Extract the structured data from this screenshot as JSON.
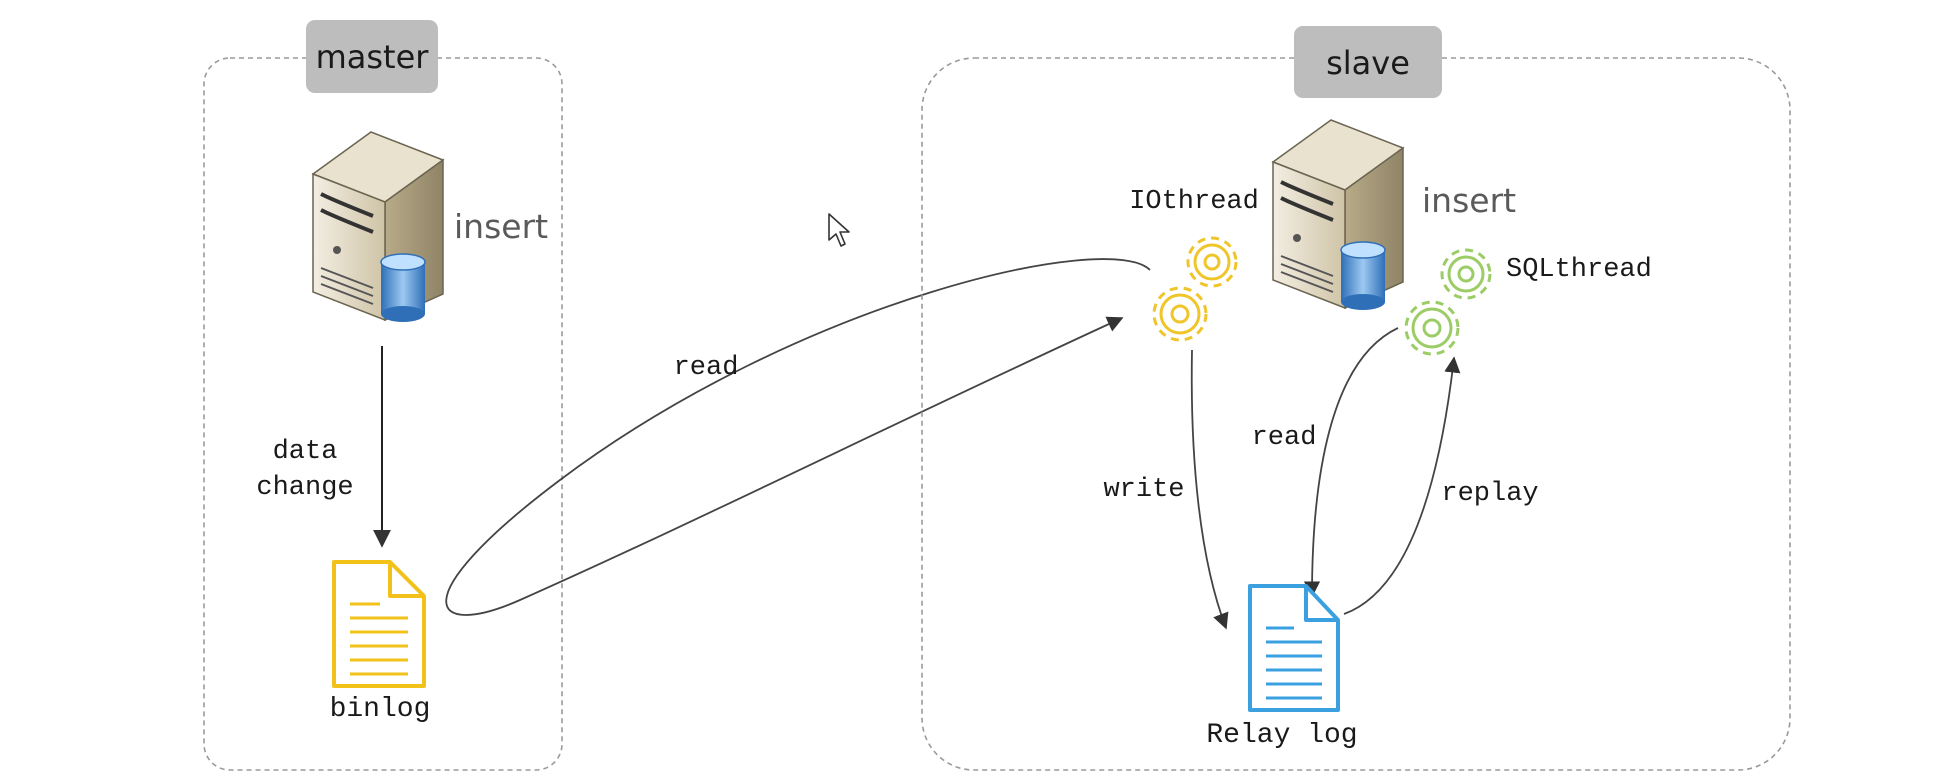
{
  "master": {
    "title": "master",
    "server_label": "insert",
    "arrow_label_line1": "data",
    "arrow_label_line2": "change",
    "binlog_label": "binlog"
  },
  "link": {
    "read_label": "read"
  },
  "slave": {
    "title": "slave",
    "server_label": "insert",
    "io_thread_label": "IOthread",
    "sql_thread_label": "SQLthread",
    "write_label": "write",
    "read_label": "read",
    "replay_label": "replay",
    "relay_log_label": "Relay log"
  },
  "colors": {
    "badge_bg": "#bdbdbd",
    "frame_stroke": "#9a9a9a",
    "binlog_yellow": "#f2c21b",
    "io_gear_yellow": "#efc52a",
    "sql_gear_green": "#9ccc65",
    "relay_blue": "#3aa0e0",
    "arrow": "#444444"
  }
}
